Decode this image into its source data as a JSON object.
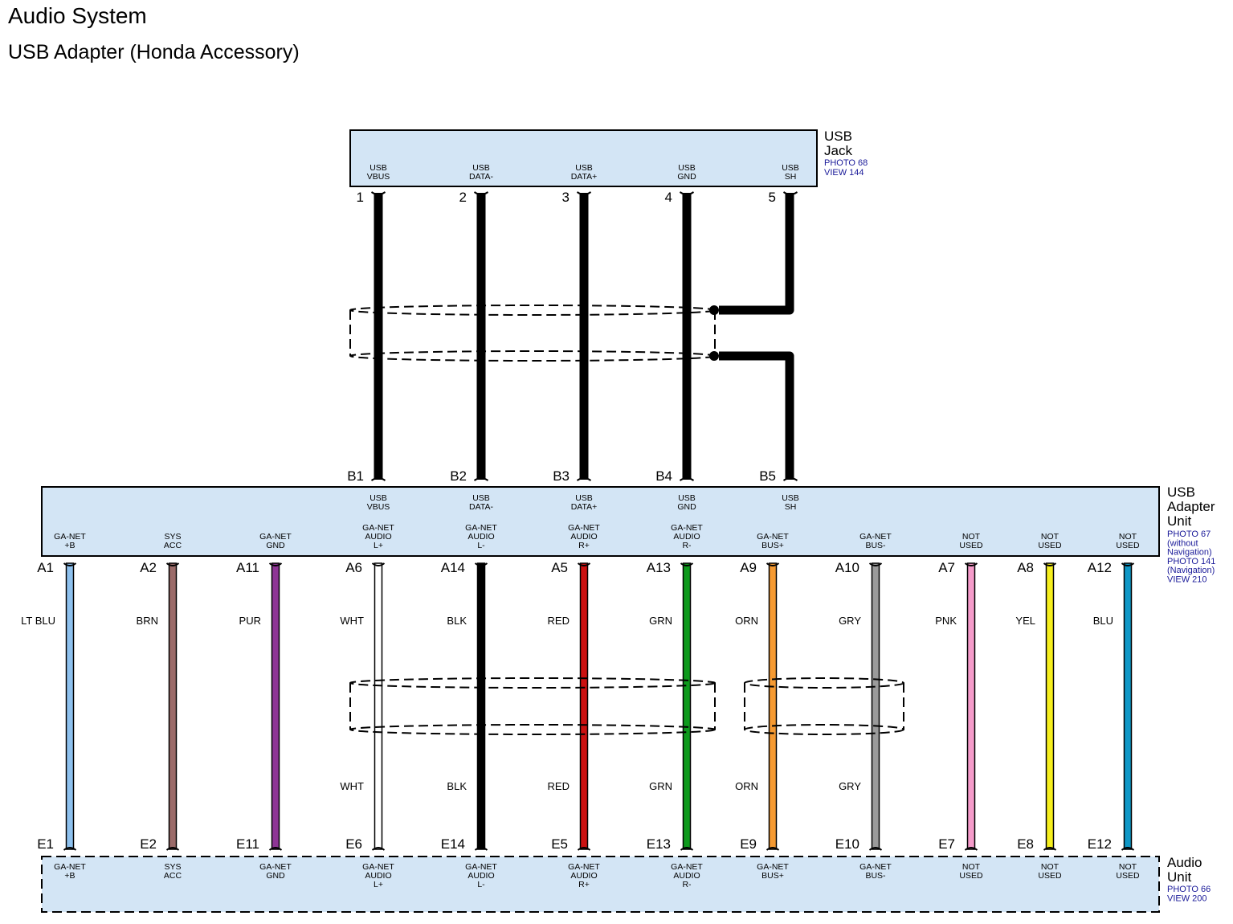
{
  "title": "Audio System",
  "subtitle": "USB Adapter (Honda Accessory)",
  "usb_jack": {
    "name": [
      "USB",
      "Jack"
    ],
    "refs": [
      "PHOTO 68",
      "VIEW 144"
    ],
    "pins": [
      {
        "num": "1",
        "label": [
          "USB",
          "VBUS"
        ]
      },
      {
        "num": "2",
        "label": [
          "USB",
          "DATA-"
        ]
      },
      {
        "num": "3",
        "label": [
          "USB",
          "DATA+"
        ]
      },
      {
        "num": "4",
        "label": [
          "USB",
          "GND"
        ]
      },
      {
        "num": "5",
        "label": [
          "USB",
          "SH"
        ]
      }
    ]
  },
  "adapter_unit": {
    "name": [
      "USB",
      "Adapter",
      "Unit"
    ],
    "refs": [
      "PHOTO 67",
      "(without",
      "Navigation)",
      "PHOTO 141",
      "(Navigation)",
      "VIEW 210"
    ],
    "b_pins": [
      {
        "num": "B1",
        "label": [
          "USB",
          "VBUS"
        ]
      },
      {
        "num": "B2",
        "label": [
          "USB",
          "DATA-"
        ]
      },
      {
        "num": "B3",
        "label": [
          "USB",
          "DATA+"
        ]
      },
      {
        "num": "B4",
        "label": [
          "USB",
          "GND"
        ]
      },
      {
        "num": "B5",
        "label": [
          "USB",
          "SH"
        ]
      }
    ],
    "a_pins": [
      {
        "num": "A1",
        "label": [
          "GA-NET",
          "+B"
        ]
      },
      {
        "num": "A2",
        "label": [
          "SYS",
          "ACC"
        ]
      },
      {
        "num": "A11",
        "label": [
          "GA-NET",
          "GND"
        ]
      },
      {
        "num": "A6",
        "label": [
          "GA-NET",
          "AUDIO",
          "L+"
        ]
      },
      {
        "num": "A14",
        "label": [
          "GA-NET",
          "AUDIO",
          "L-"
        ]
      },
      {
        "num": "A5",
        "label": [
          "GA-NET",
          "AUDIO",
          "R+"
        ]
      },
      {
        "num": "A13",
        "label": [
          "GA-NET",
          "AUDIO",
          "R-"
        ]
      },
      {
        "num": "A9",
        "label": [
          "GA-NET",
          "BUS+"
        ]
      },
      {
        "num": "A10",
        "label": [
          "GA-NET",
          "BUS-"
        ]
      },
      {
        "num": "A7",
        "label": [
          "NOT",
          "USED"
        ]
      },
      {
        "num": "A8",
        "label": [
          "NOT",
          "USED"
        ]
      },
      {
        "num": "A12",
        "label": [
          "NOT",
          "USED"
        ]
      }
    ]
  },
  "audio_unit": {
    "name": [
      "Audio",
      "Unit"
    ],
    "refs": [
      "PHOTO 66",
      "VIEW 200"
    ],
    "e_pins": [
      {
        "num": "E1",
        "label": [
          "GA-NET",
          "+B"
        ]
      },
      {
        "num": "E2",
        "label": [
          "SYS",
          "ACC"
        ]
      },
      {
        "num": "E11",
        "label": [
          "GA-NET",
          "GND"
        ]
      },
      {
        "num": "E6",
        "label": [
          "GA-NET",
          "AUDIO",
          "L+"
        ]
      },
      {
        "num": "E14",
        "label": [
          "GA-NET",
          "AUDIO",
          "L-"
        ]
      },
      {
        "num": "E5",
        "label": [
          "GA-NET",
          "AUDIO",
          "R+"
        ]
      },
      {
        "num": "E13",
        "label": [
          "GA-NET",
          "AUDIO",
          "R-"
        ]
      },
      {
        "num": "E9",
        "label": [
          "GA-NET",
          "BUS+"
        ]
      },
      {
        "num": "E10",
        "label": [
          "GA-NET",
          "BUS-"
        ]
      },
      {
        "num": "E7",
        "label": [
          "NOT",
          "USED"
        ]
      },
      {
        "num": "E8",
        "label": [
          "NOT",
          "USED"
        ]
      },
      {
        "num": "E12",
        "label": [
          "NOT",
          "USED"
        ]
      }
    ]
  },
  "wires_lower": [
    {
      "color_name": "LT BLU",
      "fill": "#8ec1ee",
      "lower_label": ""
    },
    {
      "color_name": "BRN",
      "fill": "#9b6b69",
      "lower_label": ""
    },
    {
      "color_name": "PUR",
      "fill": "#8e3595",
      "lower_label": ""
    },
    {
      "color_name": "WHT",
      "fill": "#ffffff",
      "lower_label": "WHT"
    },
    {
      "color_name": "BLK",
      "fill": "#000000",
      "lower_label": "BLK"
    },
    {
      "color_name": "RED",
      "fill": "#cc1111",
      "lower_label": "RED"
    },
    {
      "color_name": "GRN",
      "fill": "#0d9a1c",
      "lower_label": "GRN"
    },
    {
      "color_name": "ORN",
      "fill": "#f59a32",
      "lower_label": "ORN"
    },
    {
      "color_name": "GRY",
      "fill": "#9b9b9b",
      "lower_label": "GRY"
    },
    {
      "color_name": "PNK",
      "fill": "#f59bca",
      "lower_label": ""
    },
    {
      "color_name": "YEL",
      "fill": "#f6ef1e",
      "lower_label": ""
    },
    {
      "color_name": "BLU",
      "fill": "#0f97c6",
      "lower_label": ""
    }
  ],
  "colors": {
    "connector_fill": "#d3e5f5",
    "outline": "#000000",
    "ref_text": "#1a1a99"
  }
}
